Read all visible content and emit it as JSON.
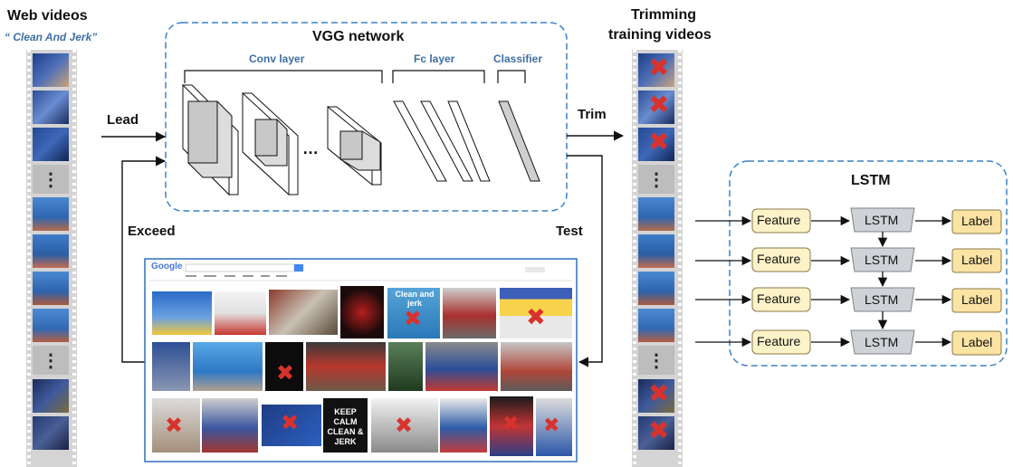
{
  "web_videos": {
    "title": "Web videos",
    "query": "“ Clean And Jerk”"
  },
  "vgg": {
    "title": "VGG network",
    "conv_layer": "Conv layer",
    "fc_layer": "Fc layer",
    "classifier": "Classifier",
    "ellipsis": "…"
  },
  "arrows": {
    "lead": "Lead",
    "trim": "Trim",
    "exceed": "Exceed",
    "test": "Test"
  },
  "trimmed": {
    "title_line1": "Trimming",
    "title_line2": "training videos"
  },
  "lstm_panel": {
    "title": "LSTM",
    "rows": [
      {
        "feature": "Feature",
        "cell": "LSTM",
        "label": "Label"
      },
      {
        "feature": "Feature",
        "cell": "LSTM",
        "label": "Label"
      },
      {
        "feature": "Feature",
        "cell": "LSTM",
        "label": "Label"
      },
      {
        "feature": "Feature",
        "cell": "LSTM",
        "label": "Label"
      }
    ]
  },
  "search_page": {
    "logo": "Google",
    "keep_calm_text": "KEEP CALM CLEAN & JERK",
    "cleanand_text": "Clean and jerk"
  },
  "film_gap_symbol": "⋮",
  "colors": {
    "dashed_border": "#3b82c4",
    "feature_fill": "#fdf3c9",
    "label_fill": "#fbe3a4",
    "lstm_fill": "#cfd2d6",
    "reject_mark": "#d9322e",
    "accent_text": "#3d6fa3"
  }
}
